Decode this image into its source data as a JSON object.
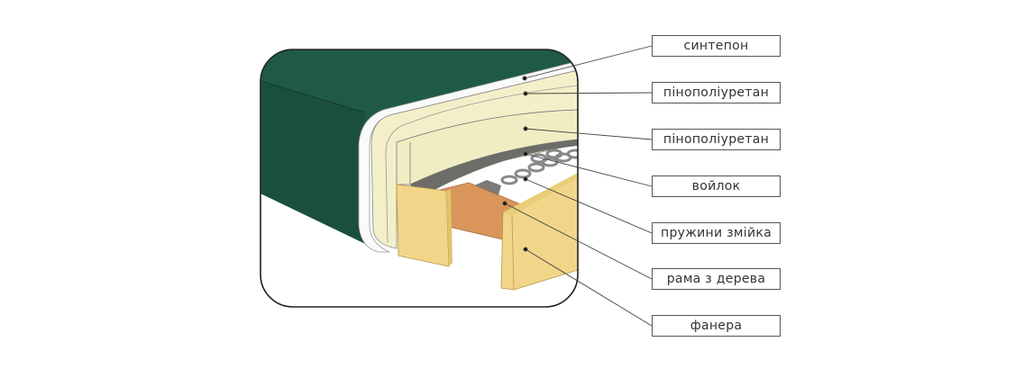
{
  "diagram": {
    "labels": [
      "синтепон",
      "пінополіуретан",
      "пінополіуретан",
      "войлок",
      "пружини змійка",
      "рама з дерева",
      "фанера"
    ]
  },
  "colors": {
    "fabric": "#1f5a47",
    "fabric_dark": "#184a3a",
    "foam": "#f3efc8",
    "felt": "#6d6d68",
    "frame_wood": "#d9955a",
    "plywood": "#f1d68a",
    "outline": "#222222"
  }
}
